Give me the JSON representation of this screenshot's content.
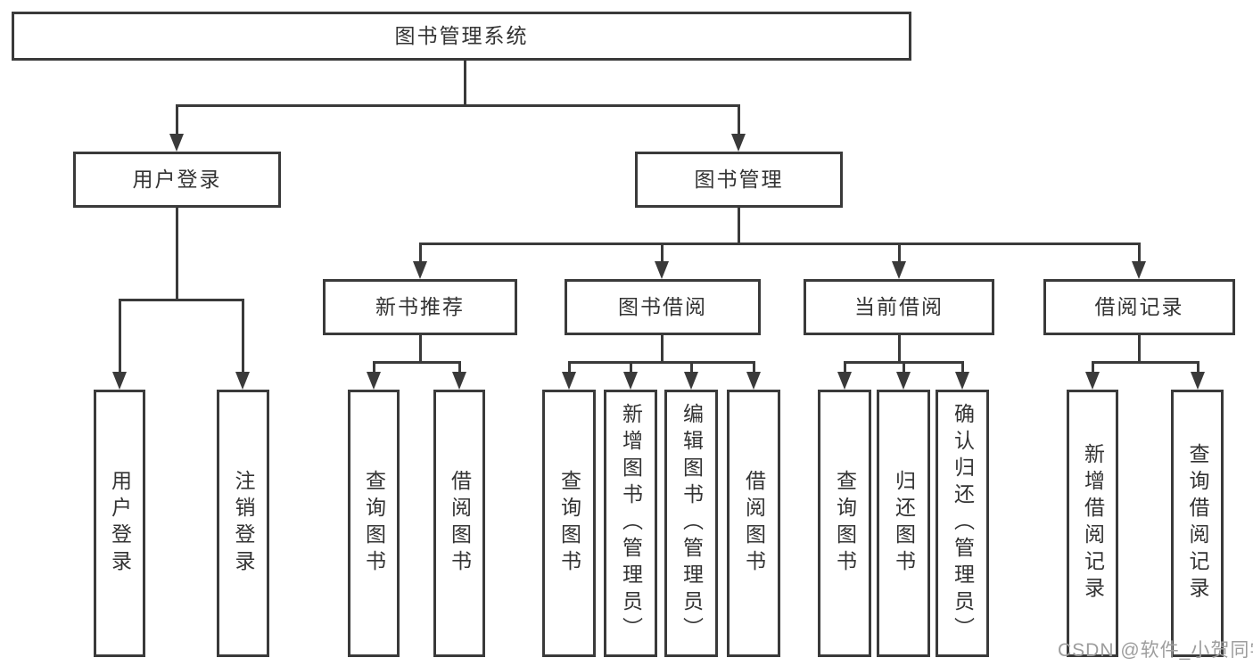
{
  "tree": {
    "root": {
      "label": "图书管理系统"
    },
    "branches": [
      {
        "label": "用户登录",
        "children": [
          {
            "label": "用户登录"
          },
          {
            "label": "注销登录"
          }
        ]
      },
      {
        "label": "图书管理",
        "children": [
          {
            "label": "新书推荐",
            "children": [
              {
                "label": "查询图书"
              },
              {
                "label": "借阅图书"
              }
            ]
          },
          {
            "label": "图书借阅",
            "children": [
              {
                "label": "查询图书"
              },
              {
                "label": "新增图书（管理员）"
              },
              {
                "label": "编辑图书（管理员）"
              },
              {
                "label": "借阅图书"
              }
            ]
          },
          {
            "label": "当前借阅",
            "children": [
              {
                "label": "查询图书"
              },
              {
                "label": "归还图书"
              },
              {
                "label": "确认归还（管理员）"
              }
            ]
          },
          {
            "label": "借阅记录",
            "children": [
              {
                "label": "新增借阅记录"
              },
              {
                "label": "查询借阅记录"
              }
            ]
          }
        ]
      }
    ]
  },
  "watermark": {
    "text": "CSDN @软件_小贺同学"
  },
  "colors": {
    "line": "#3a3a3a",
    "text": "#333333",
    "watermark": "#9d9d9d",
    "background": "#ffffff"
  }
}
